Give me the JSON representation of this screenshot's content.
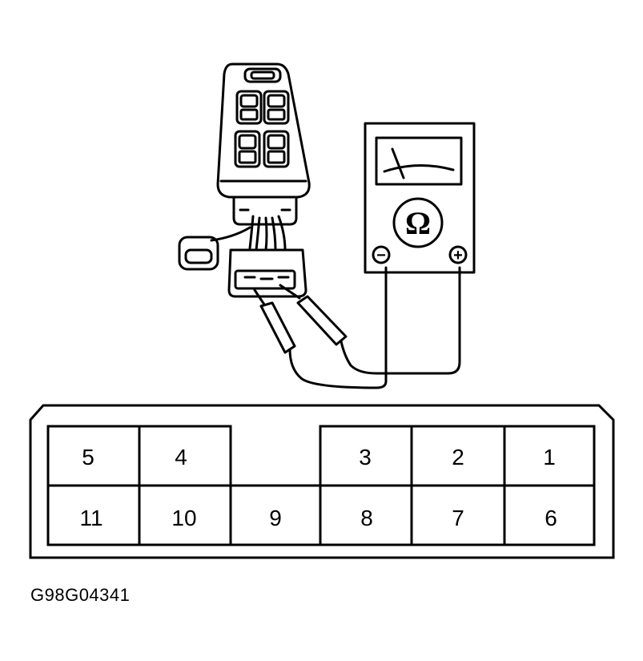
{
  "meter": {
    "symbol": "Ω",
    "negative_symbol": "−",
    "positive_symbol": "+"
  },
  "connector": {
    "top_row": [
      "5",
      "4",
      "",
      "3",
      "2",
      "1"
    ],
    "bottom_row": [
      "11",
      "10",
      "9",
      "8",
      "7",
      "6"
    ]
  },
  "reference_code": "G98G04341"
}
